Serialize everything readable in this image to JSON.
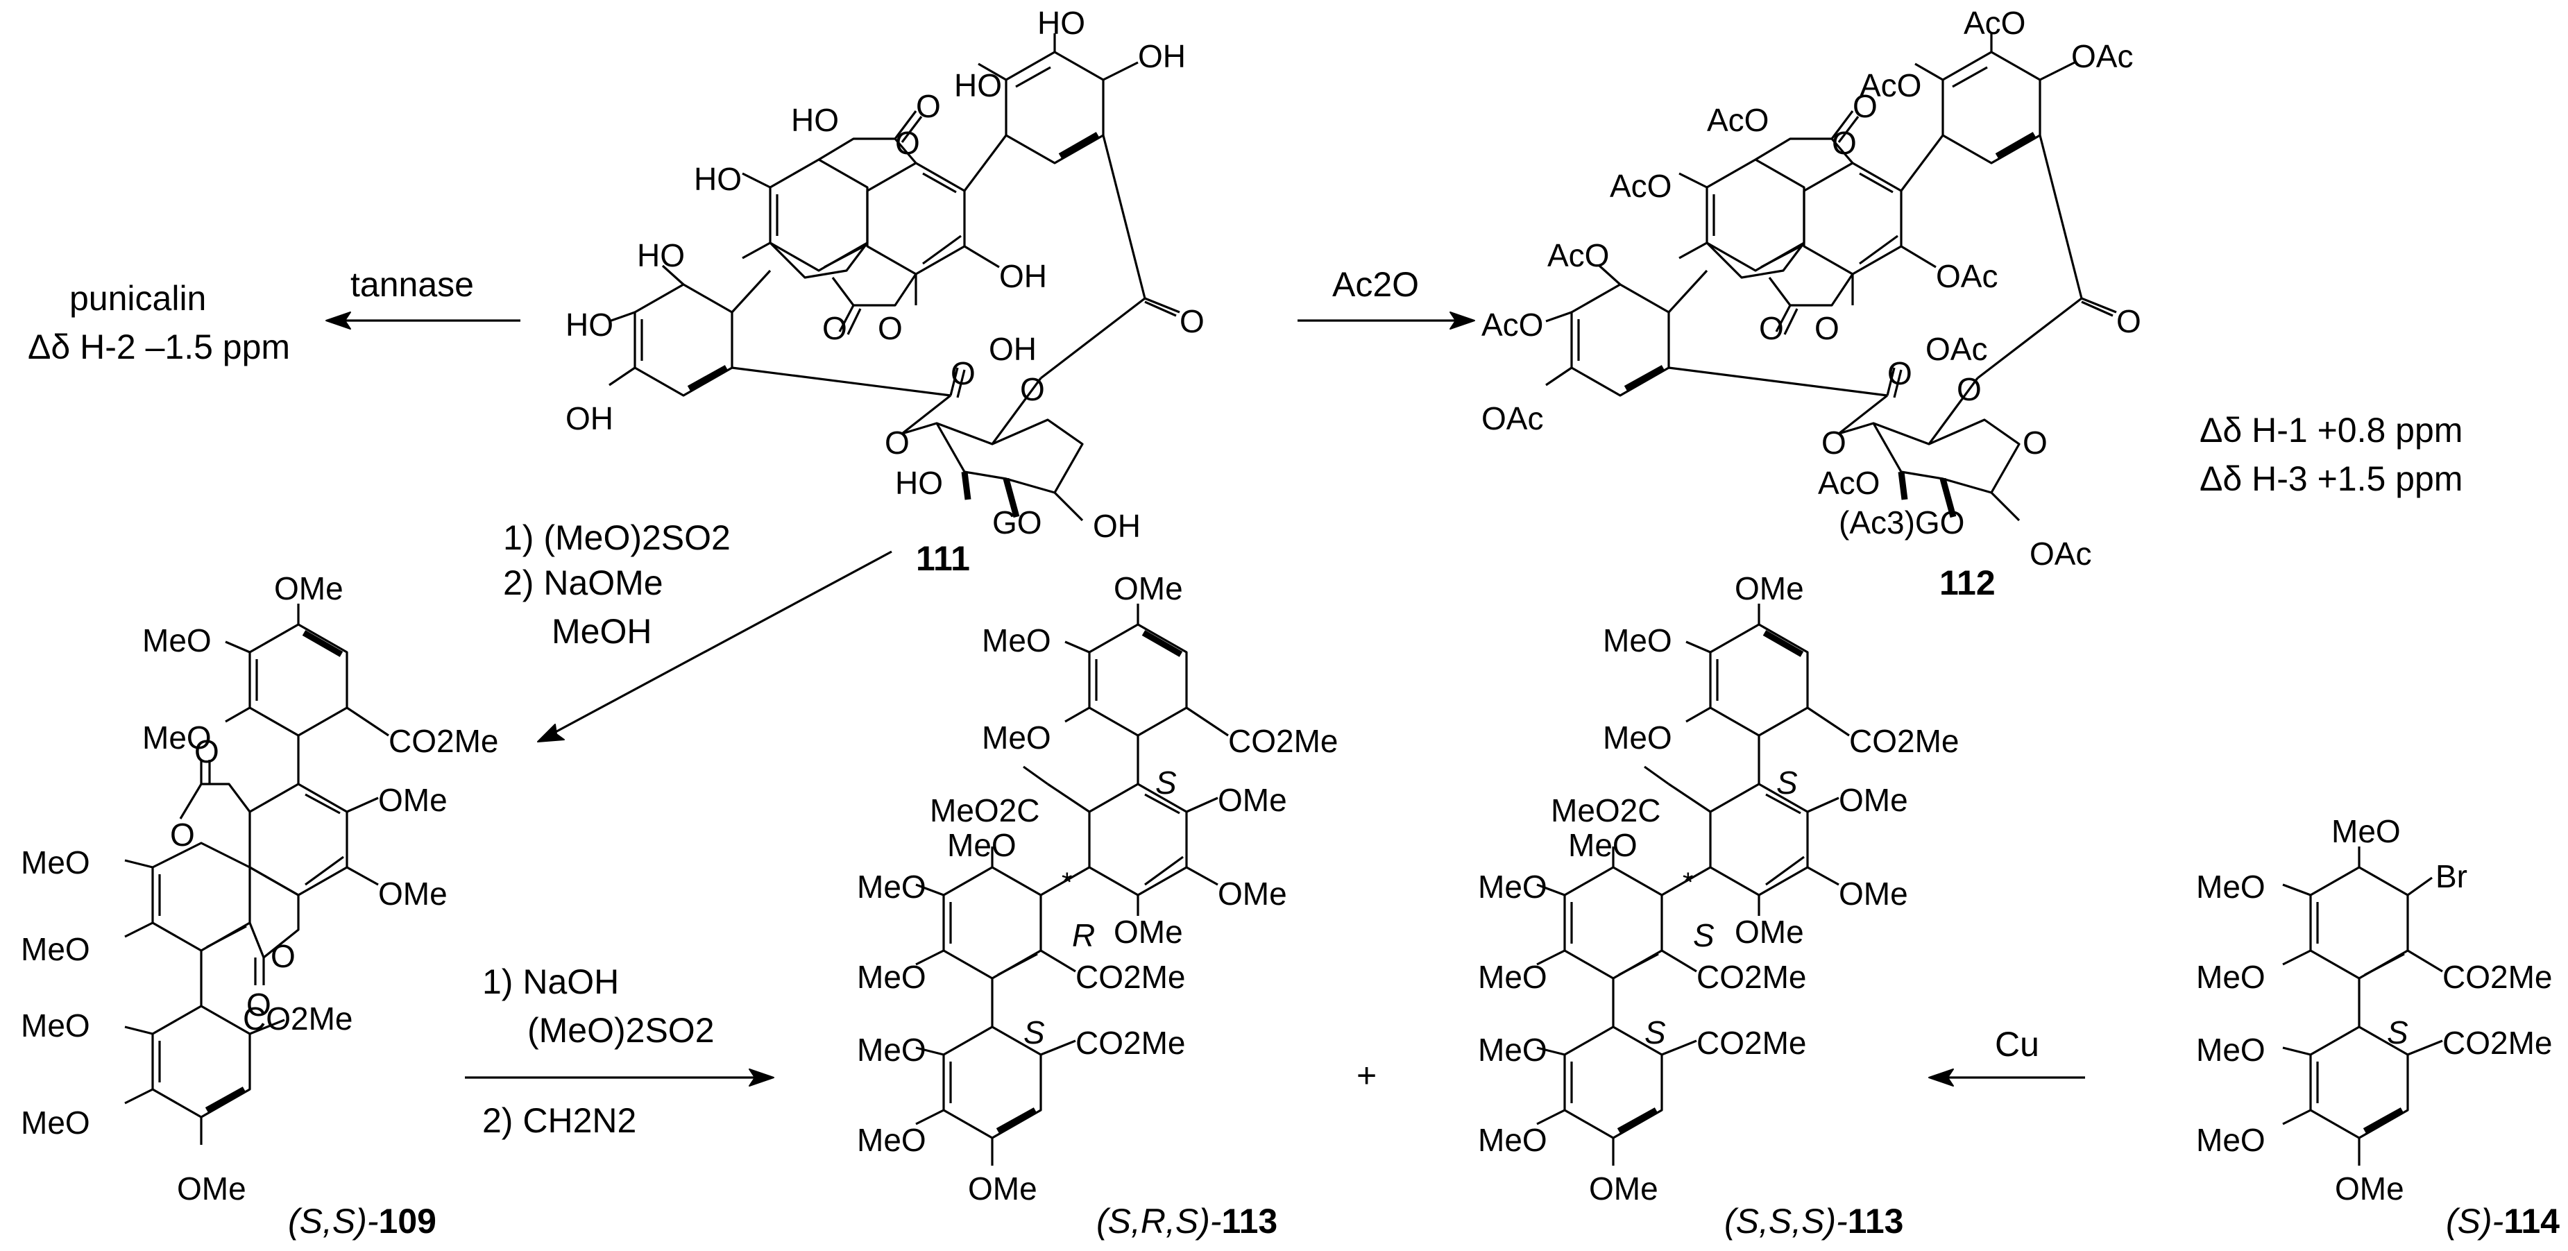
{
  "compounds": {
    "c111": {
      "number": "111"
    },
    "c112": {
      "number": "112"
    },
    "c109": {
      "prefix": "(S,S)-",
      "number": "109"
    },
    "c113a": {
      "prefix": "(S,R,S)-",
      "number": "113"
    },
    "c113b": {
      "prefix": "(S,S,S)-",
      "number": "113"
    },
    "c114": {
      "prefix": "(S)-",
      "number": "114"
    }
  },
  "reactions": {
    "tannase": {
      "reagent": "tannase",
      "product": "punicalin",
      "nmr": "Δδ H-2 –1.5 ppm"
    },
    "acetylation": {
      "reagent": "Ac2O",
      "nmr": [
        "Δδ H-1 +0.8 ppm",
        "Δδ H-3 +1.5 ppm"
      ]
    },
    "methylation": {
      "steps": [
        "1) (MeO)2SO2",
        "2) NaOMe",
        "MeOH"
      ]
    },
    "hydrolysis": {
      "steps": [
        "1) NaOH",
        "(MeO)2SO2",
        "2) CH2N2"
      ]
    },
    "coupling": {
      "reagent": "Cu"
    },
    "plus": "+"
  },
  "stereo_descriptors": [
    "S",
    "R",
    "S",
    "S",
    "S",
    "S",
    "S"
  ],
  "atom_labels": {
    "c111": [
      "HO",
      "OH",
      "HO",
      "O",
      "O",
      "HO",
      "HO",
      "OH",
      "HO",
      "HO",
      "O",
      "O",
      "OH",
      "OH",
      "O",
      "O",
      "O",
      "O",
      "HO",
      "GO",
      "OH"
    ],
    "c112": [
      "AcO",
      "OAc",
      "AcO",
      "O",
      "O",
      "AcO",
      "AcO",
      "OAc",
      "AcO",
      "AcO",
      "O",
      "O",
      "OAc",
      "OAc",
      "O",
      "O",
      "O",
      "O",
      "AcO",
      "(Ac3)GO",
      "OAc",
      "O"
    ],
    "c109": [
      "OMe",
      "MeO",
      "MeO",
      "CO2Me",
      "O",
      "OMe",
      "O",
      "OMe",
      "MeO",
      "O",
      "MeO",
      "O",
      "MeO",
      "CO2Me",
      "MeO",
      "OMe"
    ],
    "c113": [
      "OMe",
      "MeO",
      "MeO",
      "CO2Me",
      "MeO2C",
      "OMe",
      "MeO",
      "OMe",
      "MeO",
      "OMe",
      "MeO",
      "CO2Me",
      "MeO",
      "CO2Me",
      "MeO",
      "OMe"
    ],
    "c114": [
      "MeO",
      "Br",
      "MeO",
      "MeO",
      "CO2Me",
      "MeO",
      "CO2Me",
      "MeO",
      "OMe"
    ]
  }
}
